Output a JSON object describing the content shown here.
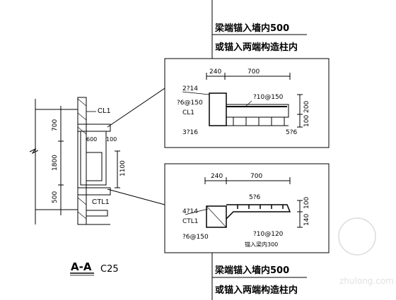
{
  "notes": {
    "top_line1": "梁端锚入墙内500",
    "top_line2": "或锚入两端构造柱内",
    "bottom_line1": "梁端锚入墙内500",
    "bottom_line2": "或锚入两端构造柱内"
  },
  "section": {
    "title": "A-A",
    "concrete": "C25",
    "dims_vertical": [
      "700",
      "1800",
      "500"
    ],
    "dim_100": "100",
    "dim_600": "600",
    "dim_1100": "1100",
    "label_cl1": "CL1",
    "label_ctl1": "CTL1"
  },
  "detail_top": {
    "dim_240": "240",
    "dim_700": "700",
    "dim_200": "200",
    "dim_100": "100",
    "rebar_top": "2?14",
    "stirrup": "?6@150",
    "member": "CL1",
    "rebar_bottom": "3?16",
    "slab_bar": "?10@150",
    "dist_bar": "5?6"
  },
  "detail_bottom": {
    "dim_240": "240",
    "dim_700": "700",
    "dist_bar": "5?6",
    "dim_100": "100",
    "dim_140": "140",
    "rebar": "4?14",
    "member": "CTL1",
    "stirrup": "?6@150",
    "slab_bar": "?10@120",
    "anchor_note": "锚入梁内300"
  },
  "watermark": "zhulong.com"
}
